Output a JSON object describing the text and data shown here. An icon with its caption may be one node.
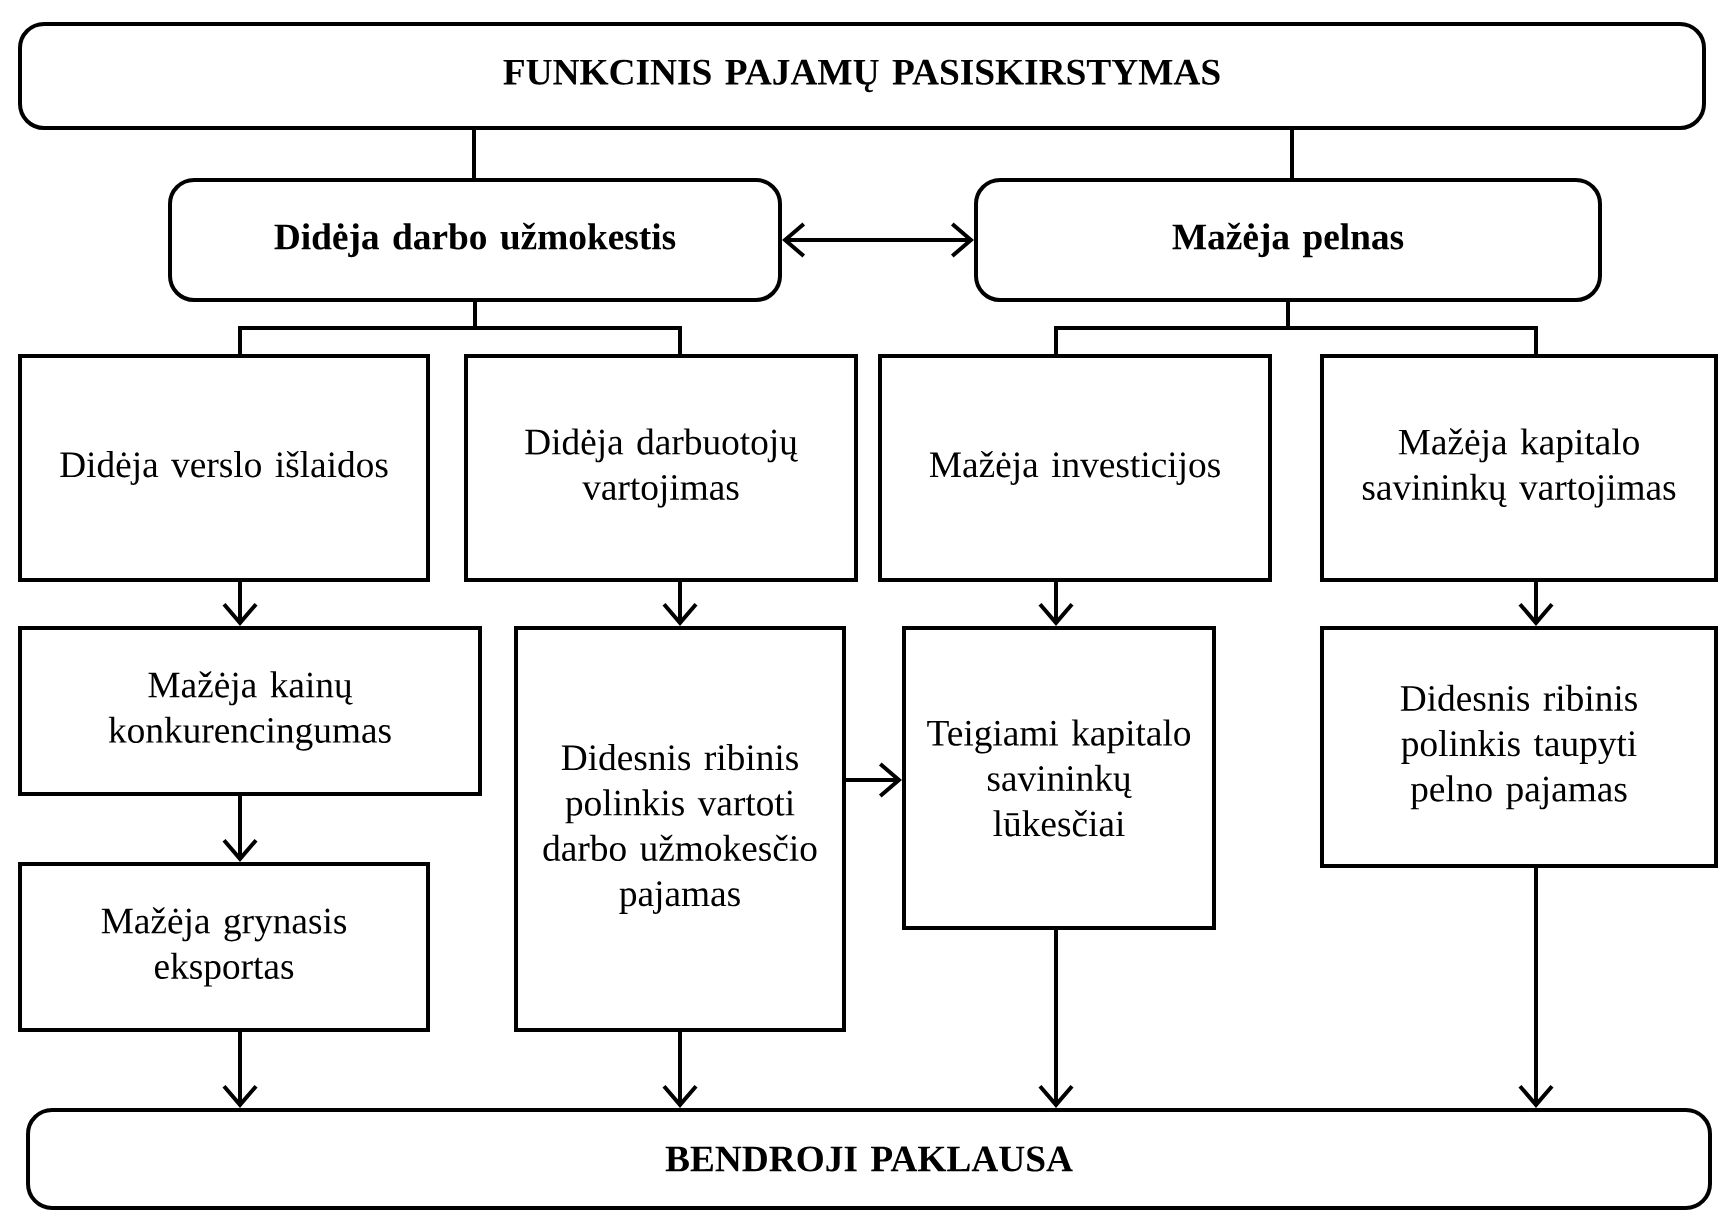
{
  "diagram": {
    "nodes": [
      {
        "text": [
          "FUNKCINIS PAJAMŲ PASISKIRSTYMAS"
        ]
      },
      {
        "text": [
          "Didėja darbo užmokestis"
        ]
      },
      {
        "text": [
          "Mažėja pelnas"
        ]
      },
      {
        "text": [
          "Didėja verslo išlaidos"
        ]
      },
      {
        "text": [
          "Didėja darbuotojų vartojimas"
        ]
      },
      {
        "text": [
          "Mažėja investicijos"
        ]
      },
      {
        "text": [
          "Mažėja kapitalo savininkų vartojimas"
        ]
      },
      {
        "text": [
          "Mažėja kainų konkurencingumas"
        ]
      },
      {
        "text": [
          "Mažėja grynasis eksportas"
        ]
      },
      {
        "text": [
          "Didesnis ribinis polinkis vartoti darbo užmokesčio pajamas"
        ]
      },
      {
        "text": [
          "Teigiami kapitalo savininkų lūkesčiai"
        ]
      },
      {
        "text": [
          "Didesnis ribinis polinkis taupyti pelno pajamas"
        ]
      },
      {
        "text": [
          "BENDROJI PAKLAUSA"
        ]
      }
    ],
    "edges": [
      {
        "from": 0,
        "to": 1,
        "arrow": "none"
      },
      {
        "from": 0,
        "to": 2,
        "arrow": "none"
      },
      {
        "from": 1,
        "to": 2,
        "arrow": "both"
      },
      {
        "from": 1,
        "to": 3,
        "arrow": "none"
      },
      {
        "from": 1,
        "to": 4,
        "arrow": "none"
      },
      {
        "from": 2,
        "to": 5,
        "arrow": "none"
      },
      {
        "from": 2,
        "to": 6,
        "arrow": "none"
      },
      {
        "from": 3,
        "to": 7,
        "arrow": "to"
      },
      {
        "from": 4,
        "to": 9,
        "arrow": "to"
      },
      {
        "from": 5,
        "to": 10,
        "arrow": "to"
      },
      {
        "from": 6,
        "to": 11,
        "arrow": "to"
      },
      {
        "from": 7,
        "to": 8,
        "arrow": "to"
      },
      {
        "from": 9,
        "to": 10,
        "arrow": "to"
      },
      {
        "from": 8,
        "to": 12,
        "arrow": "to"
      },
      {
        "from": 9,
        "to": 12,
        "arrow": "to"
      },
      {
        "from": 10,
        "to": 12,
        "arrow": "to"
      },
      {
        "from": 11,
        "to": 12,
        "arrow": "to"
      }
    ]
  }
}
